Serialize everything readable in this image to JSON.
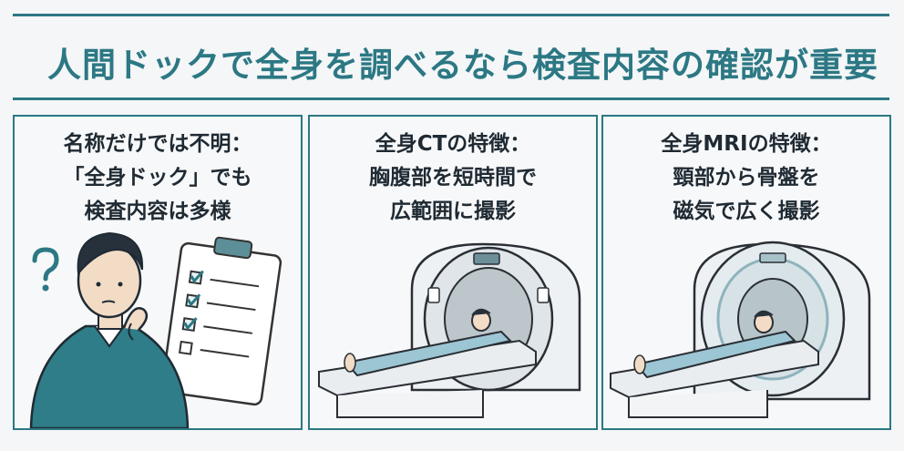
{
  "title": "人間ドックで全身を調べるなら検査内容の確認が重要",
  "panels": [
    {
      "lines": [
        "名称だけでは不明：",
        "「全身ドック」でも",
        "検査内容は多様"
      ]
    },
    {
      "lines": [
        "全身CTの特徴：",
        "胸腹部を短時間で",
        "広範囲に撮影"
      ]
    },
    {
      "lines": [
        "全身MRIの特徴：",
        "頸部から骨盤を",
        "磁気で広く撮影"
      ]
    }
  ],
  "colors": {
    "accent": "#2c7884",
    "text": "#1f2a33",
    "background": "#f4f6f7"
  },
  "icons": [
    "question-mark-icon",
    "clipboard-icon",
    "checkbox-icon",
    "ct-scanner-icon",
    "mri-scanner-icon",
    "patient-icon"
  ]
}
